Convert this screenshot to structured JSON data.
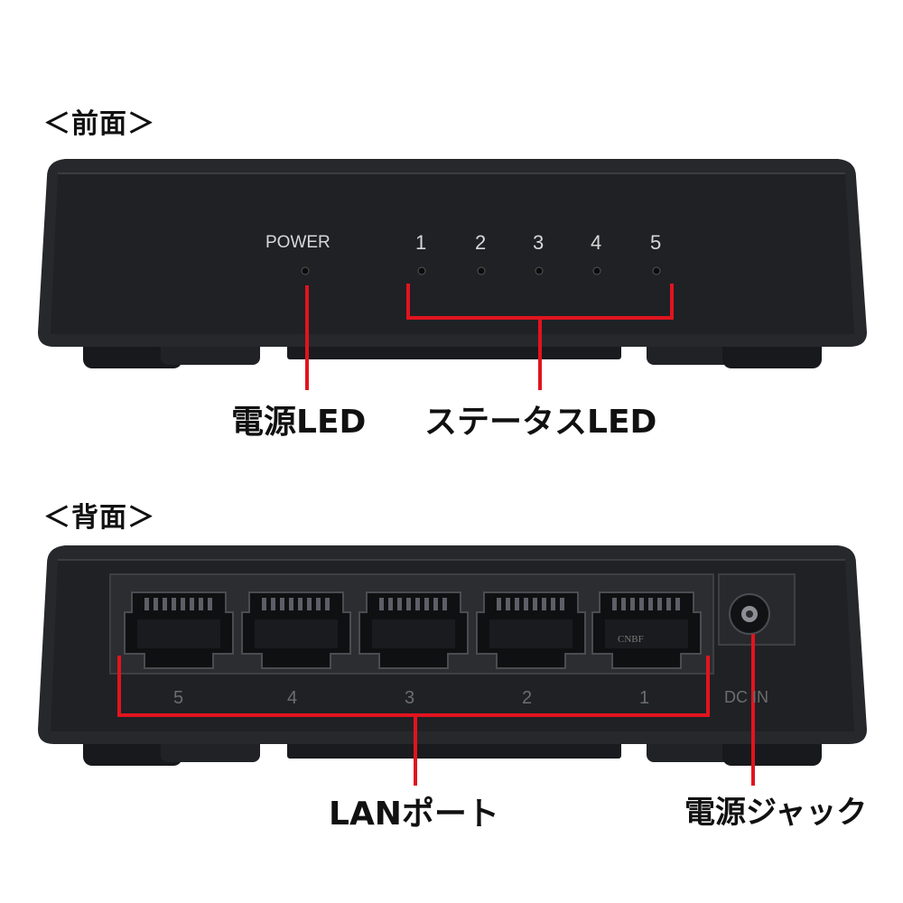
{
  "front": {
    "heading": "＜前面＞",
    "power_label": "POWER",
    "port_labels": [
      "1",
      "2",
      "3",
      "4",
      "5"
    ],
    "power_led_callout": "電源LED",
    "status_led_callout": "ステータスLED"
  },
  "back": {
    "heading": "＜背面＞",
    "port_numbers": [
      "5",
      "4",
      "3",
      "2",
      "1"
    ],
    "dc_label": "DC IN",
    "port_mark": "CNBF",
    "lan_callout": "LANポート",
    "power_jack_callout": "電源ジャック"
  },
  "colors": {
    "callout_line": "#e1141e",
    "device_body": "#2a2c30",
    "device_face": "#1e2024",
    "background": "#ffffff"
  }
}
